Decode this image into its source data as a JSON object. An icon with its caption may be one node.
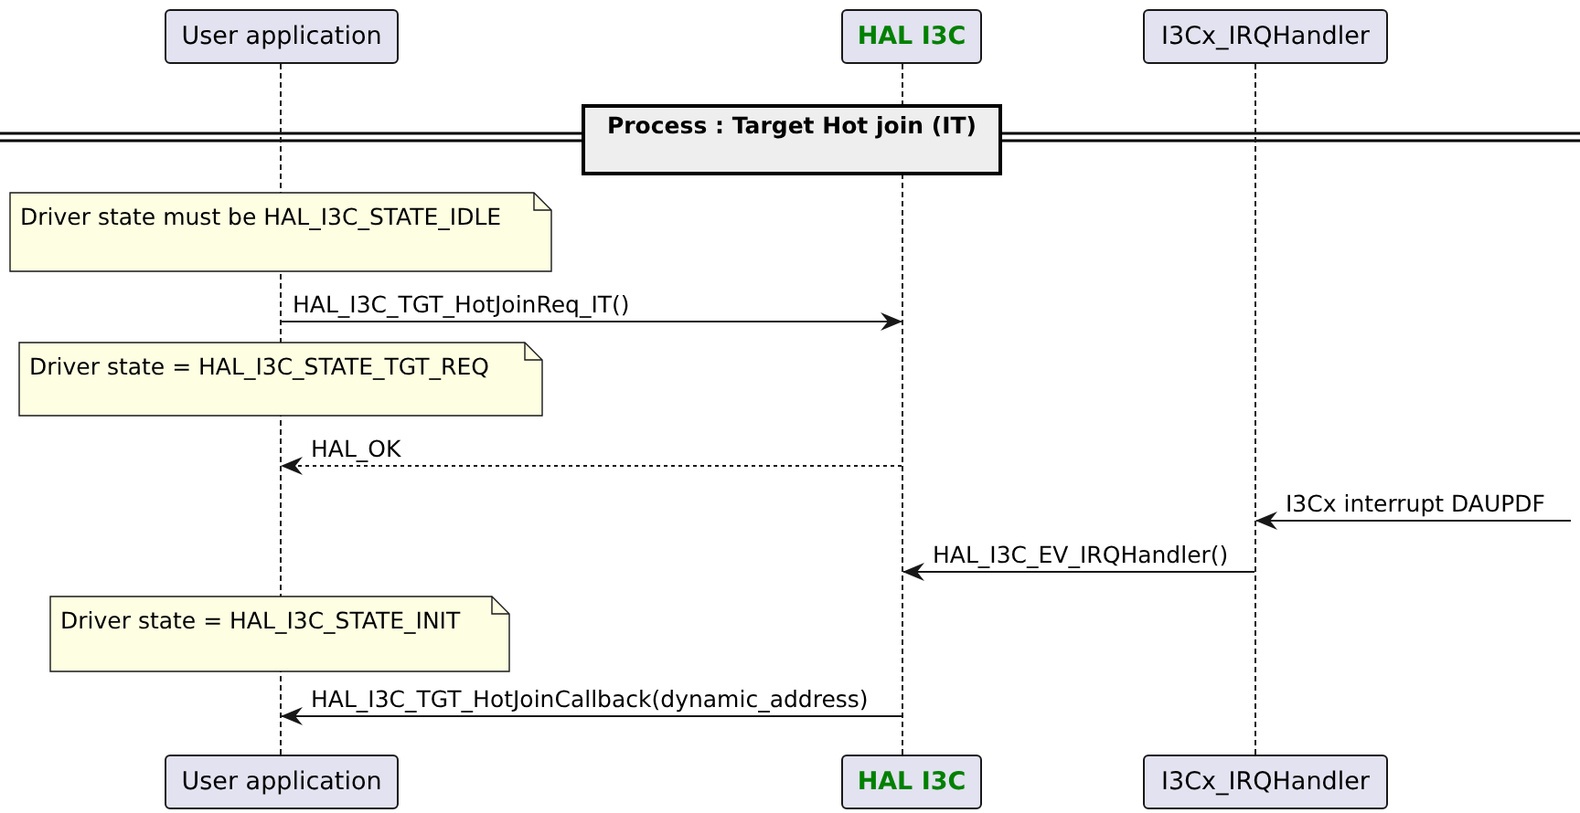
{
  "diagram": {
    "nodes": [
      {
        "text": [
          "User application"
        ]
      },
      {
        "text": [
          "HAL I3C"
        ]
      },
      {
        "text": [
          "I3Cx_IRQHandler"
        ]
      },
      {
        "text": [],
        "shape": "line"
      },
      {
        "text": [],
        "shape": "line"
      },
      {
        "text": [],
        "shape": "line"
      },
      {
        "text": [
          "User application"
        ]
      },
      {
        "text": [
          "HAL I3C"
        ]
      },
      {
        "text": [
          "I3Cx_IRQHandler"
        ]
      },
      {
        "text": [
          "Process : Target Hot join (IT)"
        ]
      },
      {
        "text": [
          "Driver state must be HAL_I3C_STATE_IDLE"
        ]
      },
      {
        "text": [
          "Driver state = HAL_I3C_STATE_TGT_REQ"
        ]
      },
      {
        "text": [
          "Driver state = HAL_I3C_STATE_INIT"
        ]
      }
    ],
    "edges": [
      {
        "from": 3,
        "to": 4,
        "arrow": "to",
        "label": "HAL_I3C_TGT_HotJoinReq_IT()"
      },
      {
        "from": 4,
        "to": 3,
        "arrow": "to",
        "label": "HAL_OK",
        "style": "dashed"
      },
      {
        "from": null,
        "to": 5,
        "arrow": "to",
        "label": "I3Cx interrupt DAUPDF"
      },
      {
        "from": 5,
        "to": 4,
        "arrow": "to",
        "label": "HAL_I3C_EV_IRQHandler()"
      },
      {
        "from": 4,
        "to": 3,
        "arrow": "to",
        "label": "HAL_I3C_TGT_HotJoinCallback(dynamic_address)"
      }
    ]
  }
}
